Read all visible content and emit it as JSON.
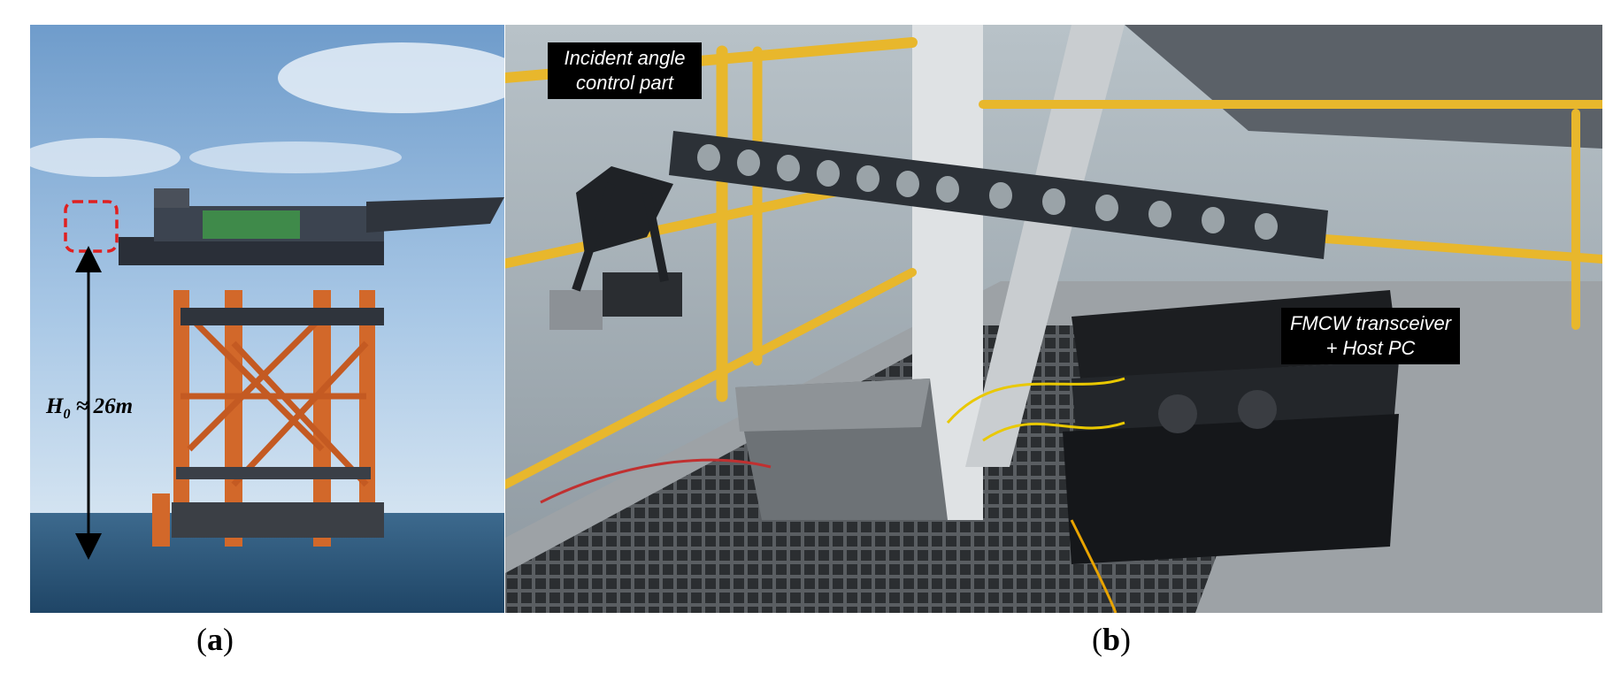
{
  "panel_a": {
    "height_label_symbol": "H",
    "height_label_subscript": "0",
    "height_label_value": " ≈ 26m",
    "caption_open": "(",
    "caption_letter": "a",
    "caption_close": ")"
  },
  "panel_b": {
    "label_incident_line1": "Incident angle",
    "label_incident_line2": "control part",
    "label_fmcw_line1": "FMCW transceiver",
    "label_fmcw_line2": "+ Host PC",
    "caption_open": "(",
    "caption_letter": "b",
    "caption_close": ")"
  },
  "colors": {
    "sky": "#8fb8dc",
    "sea": "#2f5a7e",
    "platform_orange": "#d2682a",
    "rail_yellow": "#e8b72c",
    "marker_red": "#e02020",
    "beam_dark": "#2c3137"
  }
}
